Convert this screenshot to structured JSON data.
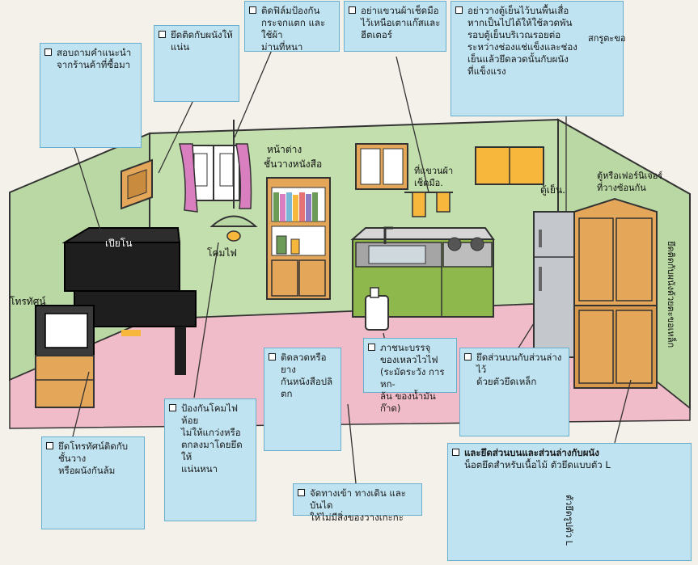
{
  "callouts": {
    "piano_tip": "สอบถามคำแนะนำ\nจากร้านค้าที่ซื้อมา",
    "frame_tip": "ยึดติดกับผนังให้\nแน่น",
    "glass_tip": "ติดฟิล์มป้องกัน\nกระจกแตก และใช้ผ้า\nม่านที่หนา",
    "towel_tip": "อย่าแขวนผ้าเช็ดมือ\nไว้เหนือเตาแก๊สและ\nฮีตเตอร์",
    "fridge_tip": "อย่าวางตู้เย็นไว้บนพื้นเสื่อ\nหากเป็นไปได้ให้ใช้ลวดพัน\nรอบตู้เย็นบริเวณรอยต่อ\nระหว่างช่องแช่แข็งและช่อง\nเย็นแล้วยึดลวดนั้นกับผนัง\nที่แข็งแรง",
    "container_tip": "ภาชนะบรรจุ\nของเหลวไวไฟ\n(ระมัดระวัง การหก-\nล้น ของน้ำมันก๊าด)",
    "cabinet_join_tip": "ยึดส่วนบนกับส่วนล่างไว้\nด้วยตัวยึดเหล็ก",
    "bookshelf_tip": "ติดลวดหรือยาง\nกันหนังสือปลิ\nตก",
    "lamp_tip": "ป้องกันโคมไฟห้อย\nไม่ให้แกว่งหรือ\nตกลงมาโดยยึดให้\nแน่นหนา",
    "tv_tip": "ยึดโทรทัศน์ติดกับชั้นวาง\nหรือผนังกันล้ม",
    "walkway_tip": "จัดทางเข้า ทางเดิน และบันได\nให้ไม่มีสิ่งของวางเกะกะ",
    "wall_fix_tip": "และยึดส่วนบนและส่วนล่างกับผนัง",
    "wall_fix_sub": "น็อตยึดสำหรับเนื้อไม้ ตัวยึดแบบตัว L"
  },
  "labels": {
    "window": "หน้าต่าง",
    "bookshelf": "ชั้นวางหนังสือ",
    "towel_hanger": "ที่แขวนผ้า\nเช็ดมือ.",
    "fridge": "ตู้เย็น.",
    "wardrobe": "ตู้หรือเฟอร์นิเจอร์\nที่วางซ้อนกัน",
    "screw_hook": "สกรูตะขอ",
    "piano": "เปียโน",
    "lamp": "โคมไฟ",
    "tv": "โทรทัศน์",
    "wall_fix_vertical": "ยึดติดกับผนังด้วยตะขอเหล็ก",
    "l_bracket": "ตัวยึดรูปตัว L"
  },
  "colors": {
    "wall": "#b9d8a3",
    "floor": "#f1bcc9",
    "callout_bg": "#bfe3f1",
    "wood": "#e4a75a",
    "piano": "#1e1e1e",
    "curtain": "#d97fc0"
  }
}
